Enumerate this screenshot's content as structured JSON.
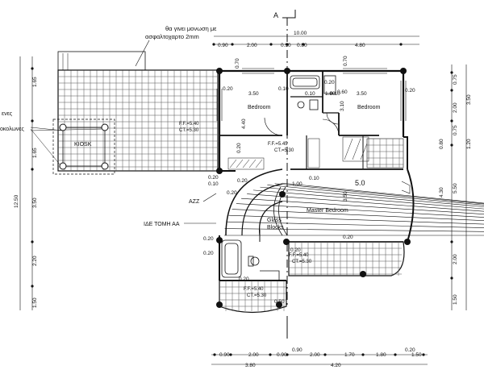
{
  "top_note_1": "θα γινει μονωση με",
  "top_note_2": "ασφαλτοχαρτο 2mm",
  "section_marker": "A",
  "rooms": {
    "bedroom_left": "Bedroom",
    "bedroom_right": "Bedroom",
    "master": "Master Bedroom",
    "kiosk": "KIOSK",
    "glass_1": "Glass",
    "glass_2": "Blocks"
  },
  "labels": {
    "section_ref": "ΙΔΕ ΤΟΜΗ ΑΑ",
    "azz": "AZZ",
    "left_note_1": "ενες",
    "left_note_2": "οκολωνες",
    "master_area": "5.0"
  },
  "levels": {
    "terrace_ff": "F.F.=5.40",
    "terrace_ct": "CT.=5.30",
    "hall_ff": "F.F.=5.45",
    "hall_ct": "CT.=5.30",
    "bal_ff": "F.F.=5.40",
    "bal_ct": "CT.=5.30",
    "front_ff": "F.F.=5.40",
    "front_ct": "CT.=5.30"
  },
  "dims": {
    "top_total": "10.00",
    "top": [
      "0.90",
      "2.00",
      "0.90",
      "0.80",
      "4.80"
    ],
    "bottom": [
      "0.90",
      "2.00",
      "0.90",
      "2.00",
      "1.70",
      "1.80",
      "1.50"
    ],
    "bottom_extra": [
      "0.90",
      "0.20"
    ],
    "bottom_sub": [
      "3.80",
      "4.20"
    ],
    "left": [
      "1.65",
      "1.65",
      "3.50",
      "2.20",
      "1.50"
    ],
    "left_total": "12.50",
    "right": [
      "0.75",
      "2.00",
      "0.75",
      "5.50",
      "2.00",
      "1.50"
    ],
    "right_inner": [
      "3.50",
      "1.20"
    ],
    "right_sub": [
      "4.30"
    ],
    "right_mid": "0.80",
    "room_w_left": "3.50",
    "room_w_right": "3.50",
    "room_h": "4.40",
    "misc": [
      "0.70",
      "0.20",
      "0.10",
      "0.10",
      "0.20",
      "0.20",
      "0.60",
      "0.10",
      "3.10",
      "1.80",
      "0.20",
      "0.10",
      "3.50",
      "0.70",
      "0.20",
      "0.10",
      "1.00",
      "0.20",
      "0.20",
      "0.20",
      "0.20",
      "0.20",
      "0.20",
      "0.50",
      "0.20"
    ]
  }
}
